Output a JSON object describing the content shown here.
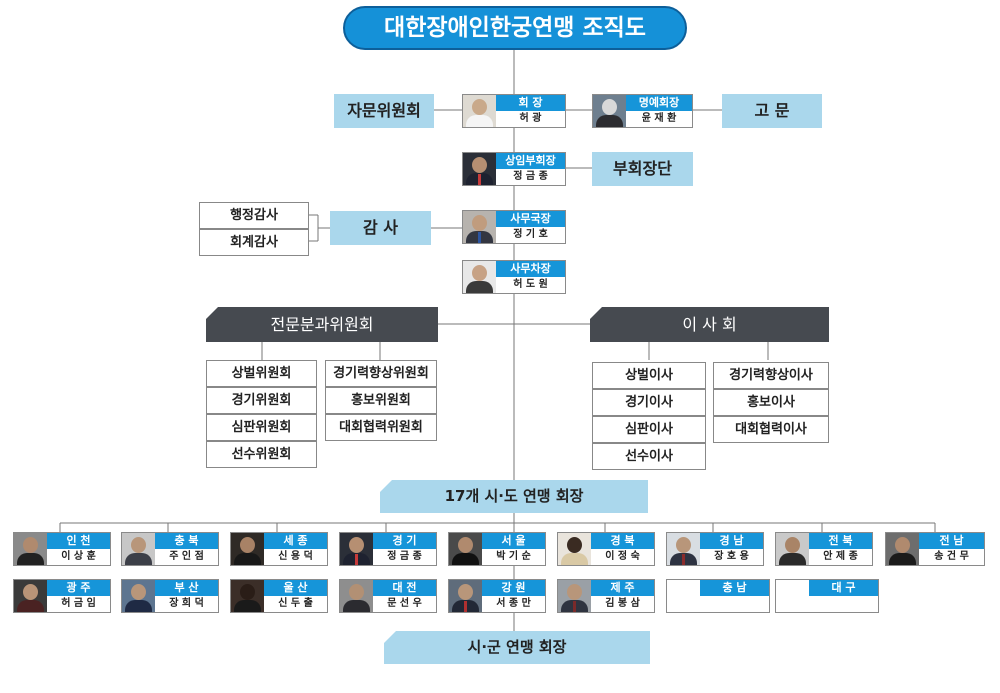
{
  "title": "대한장애인한궁연맹 조직도",
  "top": {
    "president": {
      "role": "회 장",
      "name": "허 광"
    },
    "honorary": {
      "role": "명예회장",
      "name": "윤 재 환"
    },
    "advisory_committee": "자문위원회",
    "advisor": "고 문",
    "senior_vp": {
      "role": "상임부회장",
      "name": "정 금 종"
    },
    "vp_group": "부회장단",
    "secretary_general": {
      "role": "사무국장",
      "name": "정 기 호"
    },
    "audit": "감 사",
    "audit_items": [
      "행정감사",
      "회계감사"
    ],
    "deputy_secretary": {
      "role": "사무차장",
      "name": "허 도 원"
    }
  },
  "committee": {
    "header": "전문분과위원회",
    "left": [
      "상벌위원회",
      "경기위원회",
      "심판위원회",
      "선수위원회"
    ],
    "right": [
      "경기력향상위원회",
      "홍보위원회",
      "대회협력위원회"
    ]
  },
  "board": {
    "header": "이 사 회",
    "left": [
      "상벌이사",
      "경기이사",
      "심판이사",
      "선수이사"
    ],
    "right": [
      "경기력향상이사",
      "홍보이사",
      "대회협력이사"
    ]
  },
  "regional": {
    "header": "17개 시·도 연맹 회장",
    "row1": [
      {
        "region": "인 천",
        "name": "이 상 훈"
      },
      {
        "region": "충 북",
        "name": "주 인 점"
      },
      {
        "region": "세 종",
        "name": "신 용 덕"
      },
      {
        "region": "경 기",
        "name": "정 금 종"
      },
      {
        "region": "서 울",
        "name": "박 기 순"
      },
      {
        "region": "경 북",
        "name": "이 정 숙"
      },
      {
        "region": "경 남",
        "name": "장 호 용"
      },
      {
        "region": "전 북",
        "name": "안 제 종"
      },
      {
        "region": "전 남",
        "name": "송 건 무"
      }
    ],
    "row2": [
      {
        "region": "광 주",
        "name": "허 금 임"
      },
      {
        "region": "부 산",
        "name": "장 희 덕"
      },
      {
        "region": "울 산",
        "name": "신 두 출"
      },
      {
        "region": "대 전",
        "name": "문 선 우"
      },
      {
        "region": "강 원",
        "name": "서 종 만"
      },
      {
        "region": "제 주",
        "name": "김 봉 삼"
      },
      {
        "region": "충 남",
        "name": ""
      },
      {
        "region": "대 구",
        "name": ""
      }
    ]
  },
  "local": {
    "header": "시·군 연맹 회장"
  }
}
